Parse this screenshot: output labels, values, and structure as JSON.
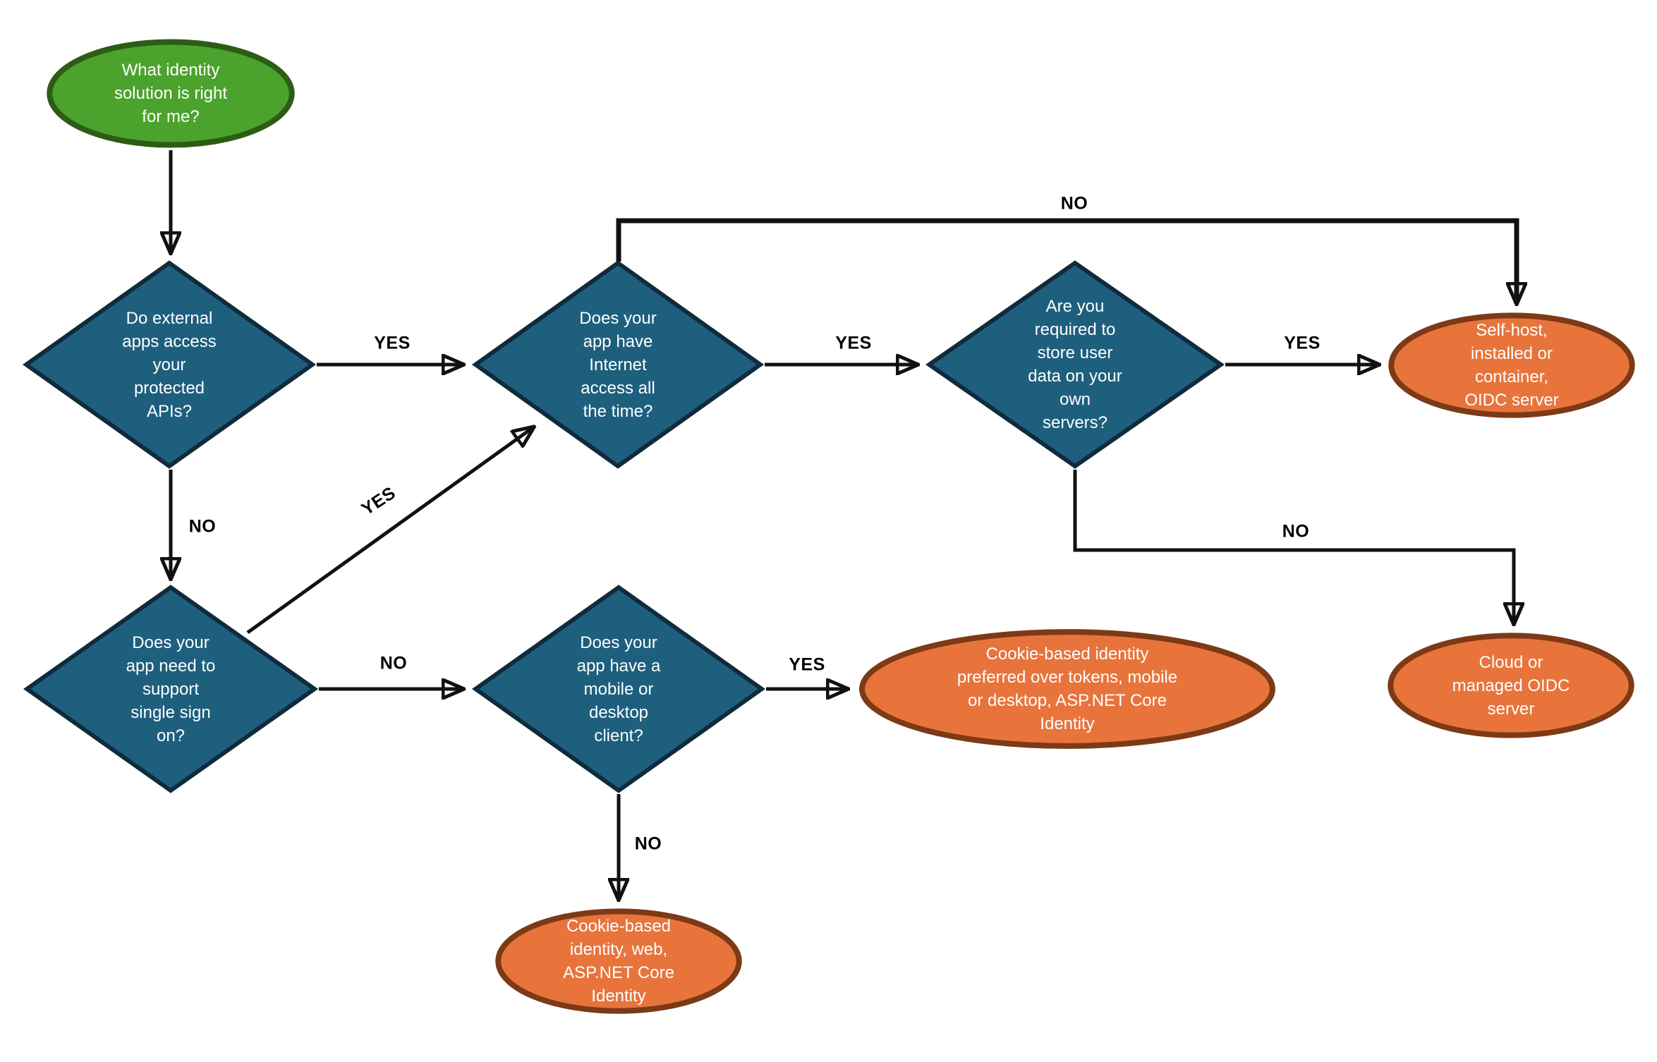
{
  "diagram": {
    "type": "flowchart",
    "colors": {
      "decision_fill": "#1E5F7E",
      "decision_border": "#102B3C",
      "outcome_fill": "#E8743C",
      "outcome_border": "#7C3A16",
      "start_fill": "#4BA32E",
      "start_border": "#2C5D14",
      "arrow": "#111111",
      "edge_label_text": "#000000",
      "node_text": "#FFFFFF"
    },
    "nodes": {
      "start": {
        "shape": "ellipse",
        "lines": [
          "What identity",
          "solution is right",
          "for me?"
        ]
      },
      "q_external_apis": {
        "shape": "diamond",
        "lines": [
          "Do external",
          "apps access",
          "your",
          "protected",
          "APIs?"
        ]
      },
      "q_internet": {
        "shape": "diamond",
        "lines": [
          "Does your",
          "app have",
          "Internet",
          "access all",
          "the time?"
        ]
      },
      "q_store_data": {
        "shape": "diamond",
        "lines": [
          "Are you",
          "required to",
          "store user",
          "data on your",
          "own",
          "servers?"
        ]
      },
      "q_sso": {
        "shape": "diamond",
        "lines": [
          "Does your",
          "app need to",
          "support",
          "single sign",
          "on?"
        ]
      },
      "q_mobile": {
        "shape": "diamond",
        "lines": [
          "Does your",
          "app have a",
          "mobile or",
          "desktop",
          "client?"
        ]
      },
      "o_self_host": {
        "shape": "ellipse",
        "lines": [
          "Self-host,",
          "installed or",
          "container,",
          "OIDC server"
        ]
      },
      "o_cookie_mobile": {
        "shape": "ellipse",
        "lines": [
          "Cookie-based identity",
          "preferred over tokens, mobile",
          "or desktop, ASP.NET Core",
          "Identity"
        ]
      },
      "o_cloud": {
        "shape": "ellipse",
        "lines": [
          "Cloud or",
          "managed OIDC",
          "server"
        ]
      },
      "o_cookie_web": {
        "shape": "ellipse",
        "lines": [
          "Cookie-based",
          "identity, web,",
          "ASP.NET Core",
          "Identity"
        ]
      }
    },
    "edges": {
      "external_yes": {
        "label": "YES"
      },
      "external_no": {
        "label": "NO"
      },
      "internet_yes": {
        "label": "YES"
      },
      "internet_no": {
        "label": "NO"
      },
      "store_yes": {
        "label": "YES"
      },
      "store_no": {
        "label": "NO"
      },
      "sso_yes": {
        "label": "YES"
      },
      "sso_no": {
        "label": "NO"
      },
      "mobile_yes": {
        "label": "YES"
      },
      "mobile_no": {
        "label": "NO"
      }
    }
  }
}
